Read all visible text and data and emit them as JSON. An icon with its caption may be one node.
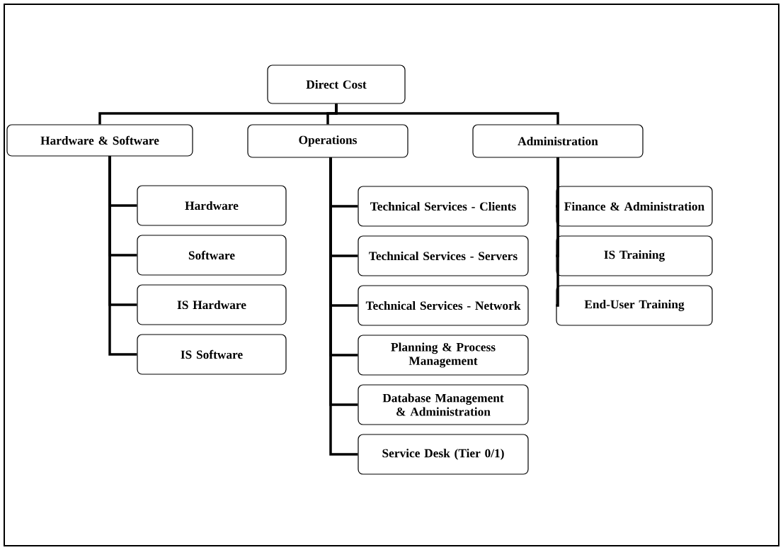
{
  "diagram": {
    "nodes": [
      {
        "text": [
          "Direct Cost"
        ]
      },
      {
        "text": [
          "Hardware & Software"
        ]
      },
      {
        "text": [
          "Operations"
        ]
      },
      {
        "text": [
          "Administration"
        ]
      },
      {
        "text": [
          "Hardware"
        ]
      },
      {
        "text": [
          "Software"
        ]
      },
      {
        "text": [
          "IS Hardware"
        ]
      },
      {
        "text": [
          "IS Software"
        ]
      },
      {
        "text": [
          "Technical Services - Clients"
        ]
      },
      {
        "text": [
          "Technical Services - Servers"
        ]
      },
      {
        "text": [
          "Technical Services - Network"
        ]
      },
      {
        "text": [
          "Planning & Process Management"
        ]
      },
      {
        "text": [
          "Database Management & Administration"
        ]
      },
      {
        "text": [
          "Service Desk (Tier 0/1)"
        ]
      },
      {
        "text": [
          "Finance & Administration"
        ]
      },
      {
        "text": [
          "IS Training"
        ]
      },
      {
        "text": [
          "End-User Training"
        ]
      }
    ],
    "edges": [
      {
        "from": 0,
        "to": 1,
        "arrow": "none"
      },
      {
        "from": 0,
        "to": 2,
        "arrow": "none"
      },
      {
        "from": 0,
        "to": 3,
        "arrow": "none"
      },
      {
        "from": 1,
        "to": 4,
        "arrow": "none"
      },
      {
        "from": 1,
        "to": 5,
        "arrow": "none"
      },
      {
        "from": 1,
        "to": 6,
        "arrow": "none"
      },
      {
        "from": 1,
        "to": 7,
        "arrow": "none"
      },
      {
        "from": 2,
        "to": 8,
        "arrow": "none"
      },
      {
        "from": 2,
        "to": 9,
        "arrow": "none"
      },
      {
        "from": 2,
        "to": 10,
        "arrow": "none"
      },
      {
        "from": 2,
        "to": 11,
        "arrow": "none"
      },
      {
        "from": 2,
        "to": 12,
        "arrow": "none"
      },
      {
        "from": 2,
        "to": 13,
        "arrow": "none"
      },
      {
        "from": 3,
        "to": 14,
        "arrow": "none"
      },
      {
        "from": 3,
        "to": 15,
        "arrow": "none"
      },
      {
        "from": 3,
        "to": 16,
        "arrow": "none"
      }
    ]
  }
}
